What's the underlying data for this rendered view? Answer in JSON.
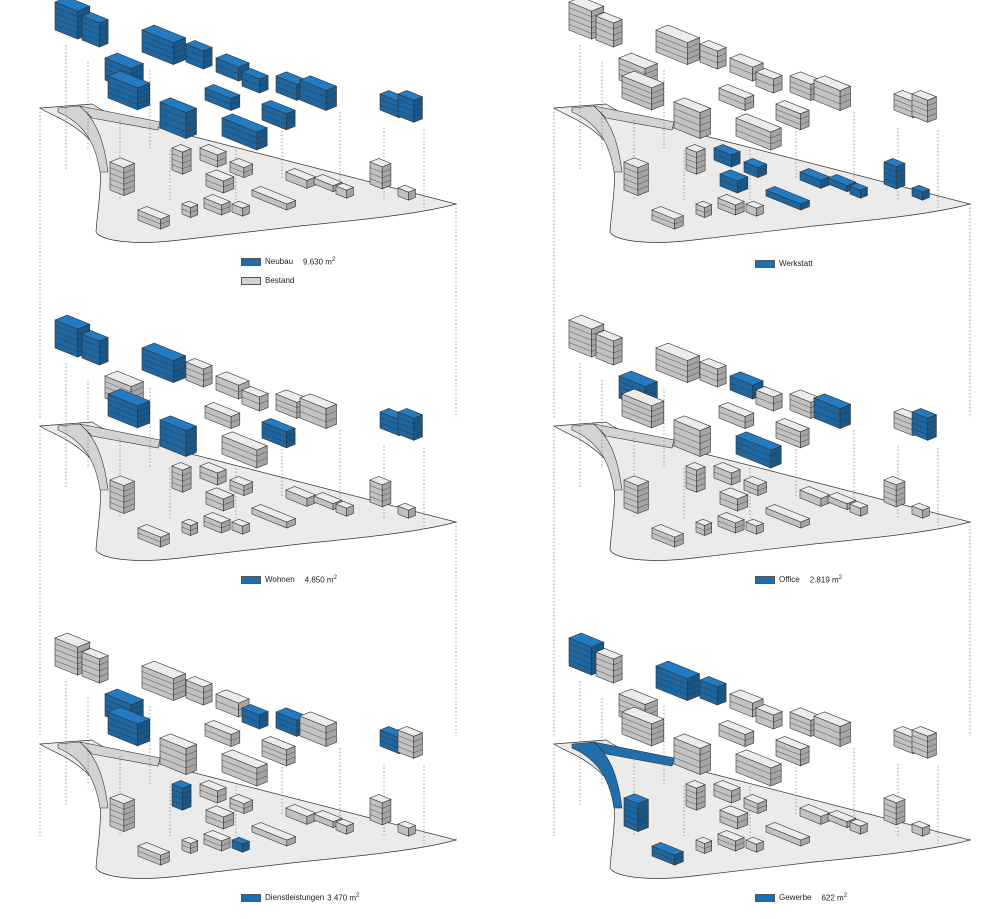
{
  "colors": {
    "highlight": "#1f6fae",
    "existing": "#d3d3d3",
    "ground": "#ebebeb",
    "outline": "#333333"
  },
  "panels": [
    {
      "id": "neubau",
      "legend": [
        {
          "label": "Neubau",
          "value": "9.630 m",
          "unit_sup": "2",
          "color": "#1f6fae"
        },
        {
          "label": "Bestand",
          "value": "",
          "unit_sup": "",
          "color": "#d3d3d3"
        }
      ]
    },
    {
      "id": "werkstatt",
      "legend": [
        {
          "label": "Werkstatt",
          "value": "",
          "unit_sup": "",
          "color": "#1f6fae"
        }
      ]
    },
    {
      "id": "wohnen",
      "legend": [
        {
          "label": "Wohnen",
          "value": "4.850 m",
          "unit_sup": "2",
          "color": "#1f6fae"
        }
      ]
    },
    {
      "id": "office",
      "legend": [
        {
          "label": "Office",
          "value": "2.819 m",
          "unit_sup": "2",
          "color": "#1f6fae"
        }
      ]
    },
    {
      "id": "dienst",
      "legend": [
        {
          "label": "Dienstleistungen",
          "value": "3.470 m",
          "unit_sup": "2",
          "color": "#1f6fae"
        }
      ]
    },
    {
      "id": "gewerbe",
      "legend": [
        {
          "label": "Gewerbe",
          "value": "622 m",
          "unit_sup": "2",
          "color": "#1f6fae"
        }
      ]
    }
  ]
}
